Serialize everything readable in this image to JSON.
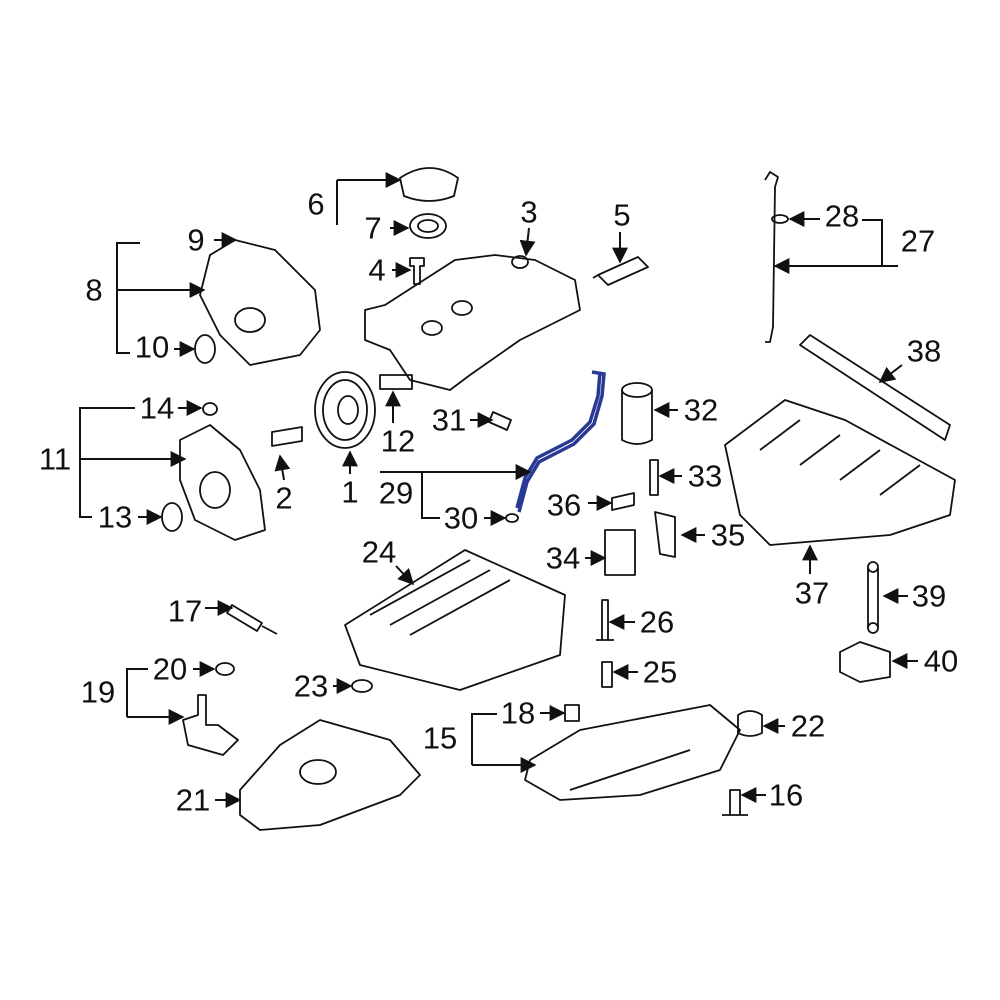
{
  "diagram": {
    "highlight_color": "#2a3a94",
    "callouts": [
      "1",
      "2",
      "3",
      "4",
      "5",
      "6",
      "7",
      "8",
      "9",
      "10",
      "11",
      "12",
      "13",
      "14",
      "15",
      "16",
      "17",
      "18",
      "19",
      "20",
      "21",
      "22",
      "23",
      "24",
      "25",
      "26",
      "27",
      "28",
      "29",
      "30",
      "31",
      "32",
      "33",
      "34",
      "35",
      "36",
      "37",
      "38",
      "39",
      "40"
    ]
  }
}
